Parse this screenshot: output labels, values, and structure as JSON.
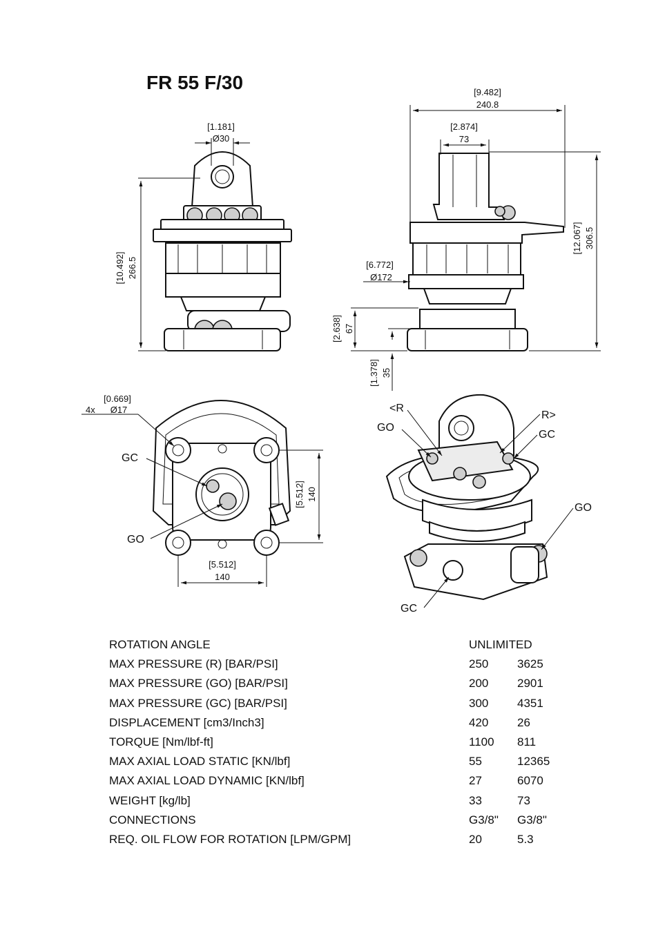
{
  "title": "FR 55 F/30",
  "dims": {
    "d_1181": "[1.181]",
    "d_30": "Ø30",
    "d_10492": "[10.492]",
    "d_2665": "266.5",
    "d_9482": "[9.482]",
    "d_2408": "240.8",
    "d_2874": "[2.874]",
    "d_73": "73",
    "d_12067": "[12.067]",
    "d_3065": "306.5",
    "d_6772": "[6.772]",
    "d_172": "Ø172",
    "d_2638": "[2.638]",
    "d_67": "67",
    "d_1378": "[1.378]",
    "d_35": "35",
    "d_0669": "[0.669]",
    "d_4x": "4x",
    "d_17": "Ø17",
    "d_5512_v": "[5.512]",
    "d_140_v": "140",
    "d_5512_h": "[5.512]",
    "d_140_h": "140"
  },
  "ports": {
    "gc_top": "GC",
    "go_bottom": "GO",
    "r_left": "<R",
    "r_right": "R>",
    "go_iso_left": "GO",
    "gc_iso_right": "GC",
    "go_iso_right": "GO",
    "gc_iso_bottom": "GC"
  },
  "specs": [
    {
      "name": "ROTATION ANGLE",
      "v1": "UNLIMITED",
      "v2": ""
    },
    {
      "name": "MAX PRESSURE (R) [BAR/PSI]",
      "v1": "250",
      "v2": "3625"
    },
    {
      "name": "MAX PRESSURE (GO) [BAR/PSI]",
      "v1": "200",
      "v2": "2901"
    },
    {
      "name": "MAX PRESSURE (GC) [BAR/PSI]",
      "v1": "300",
      "v2": "4351"
    },
    {
      "name": "DISPLACEMENT [cm3/Inch3]",
      "v1": "420",
      "v2": "26"
    },
    {
      "name": "TORQUE [Nm/lbf-ft]",
      "v1": "1100",
      "v2": "811"
    },
    {
      "name": "MAX AXIAL LOAD STATIC [KN/lbf]",
      "v1": "55",
      "v2": "12365"
    },
    {
      "name": "MAX AXIAL LOAD DYNAMIC [KN/lbf]",
      "v1": "27",
      "v2": "6070"
    },
    {
      "name": "WEIGHT [kg/lb]",
      "v1": "33",
      "v2": "73"
    },
    {
      "name": "CONNECTIONS",
      "v1": "G3/8\"",
      "v2": "G3/8\""
    },
    {
      "name": "REQ. OIL FLOW FOR ROTATION [LPM/GPM]",
      "v1": "20",
      "v2": "5.3"
    }
  ]
}
